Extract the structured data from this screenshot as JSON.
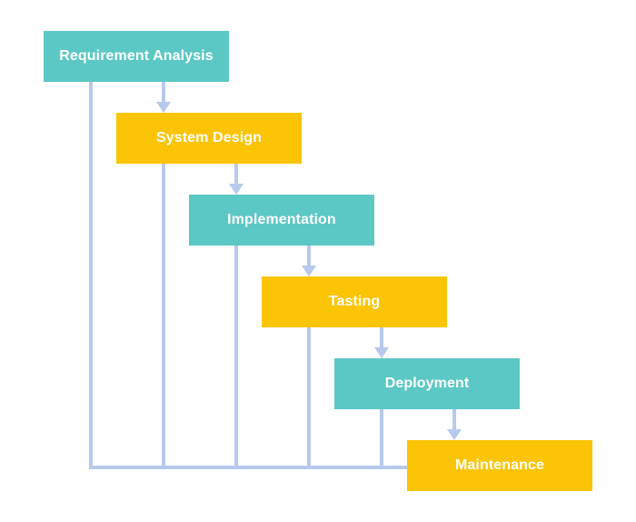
{
  "colors": {
    "teal": "#5bc8c5",
    "yellow": "#fbc404",
    "connector": "#b7c9ec"
  },
  "stages": [
    {
      "label": "Requirement Analysis",
      "color": "teal"
    },
    {
      "label": "System Design",
      "color": "yellow"
    },
    {
      "label": "Implementation",
      "color": "teal"
    },
    {
      "label": "Tasting",
      "color": "yellow"
    },
    {
      "label": "Deployment",
      "color": "teal"
    },
    {
      "label": "Maintenance",
      "color": "yellow"
    }
  ]
}
